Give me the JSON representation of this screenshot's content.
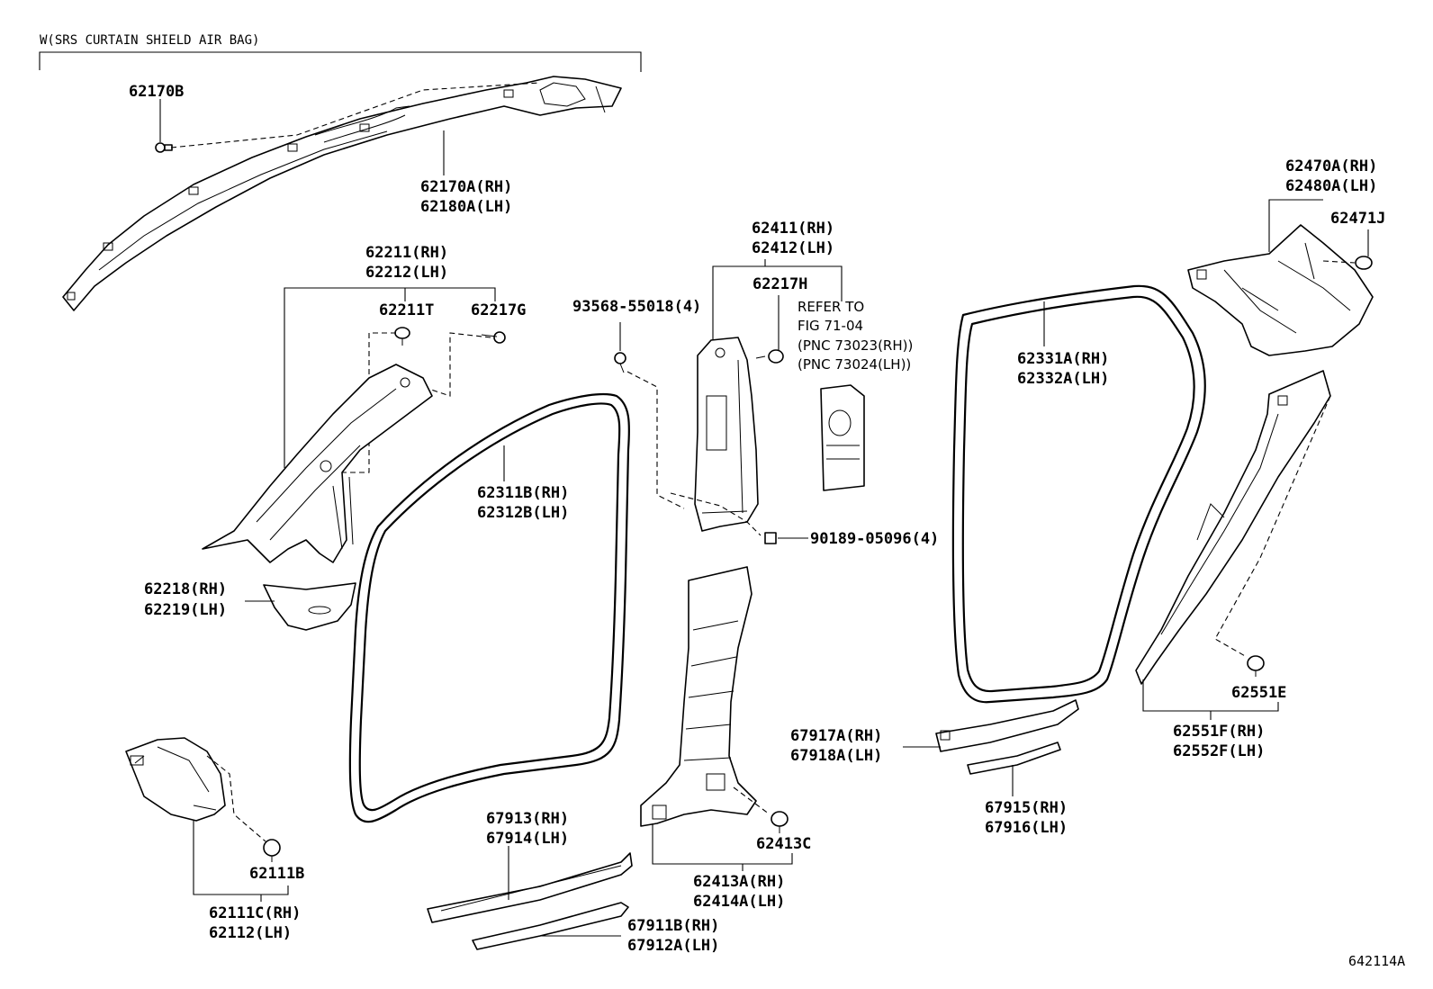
{
  "header": {
    "airbag_group": "W(SRS CURTAIN SHIELD AIR BAG)"
  },
  "labels": {
    "p62170B": "62170B",
    "p62170A_1": "62170A(RH)",
    "p62170A_2": "62180A(LH)",
    "p62211_1": "62211(RH)",
    "p62211_2": "62212(LH)",
    "p62211T": "62211T",
    "p62217G": "62217G",
    "p62218_1": "62218(RH)",
    "p62218_2": "62219(LH)",
    "p93568": "93568-55018(4)",
    "p62411_1": "62411(RH)",
    "p62411_2": "62412(LH)",
    "p62217H": "62217H",
    "ref_1": "REFER TO",
    "ref_2": "FIG 71-04",
    "ref_3": "(PNC 73023(RH))",
    "ref_4": "(PNC 73024(LH))",
    "p62311_1": "62311B(RH)",
    "p62311_2": "62312B(LH)",
    "p90189": "90189-05096(4)",
    "p62331_1": "62331A(RH)",
    "p62331_2": "62332A(LH)",
    "p62470_1": "62470A(RH)",
    "p62470_2": "62480A(LH)",
    "p62471J": "62471J",
    "p62551E": "62551E",
    "p62551F_1": "62551F(RH)",
    "p62551F_2": "62552F(LH)",
    "p67917_1": "67917A(RH)",
    "p67917_2": "67918A(LH)",
    "p67915_1": "67915(RH)",
    "p67915_2": "67916(LH)",
    "p62413C": "62413C",
    "p62413A_1": "62413A(RH)",
    "p62413A_2": "62414A(LH)",
    "p67913_1": "67913(RH)",
    "p67913_2": "67914(LH)",
    "p67911_1": "67911B(RH)",
    "p67911_2": "67912A(LH)",
    "p62111B": "62111B",
    "p62111C_1": "62111C(RH)",
    "p62111C_2": "62112(LH)"
  },
  "footer": {
    "figure_code": "642114A"
  }
}
